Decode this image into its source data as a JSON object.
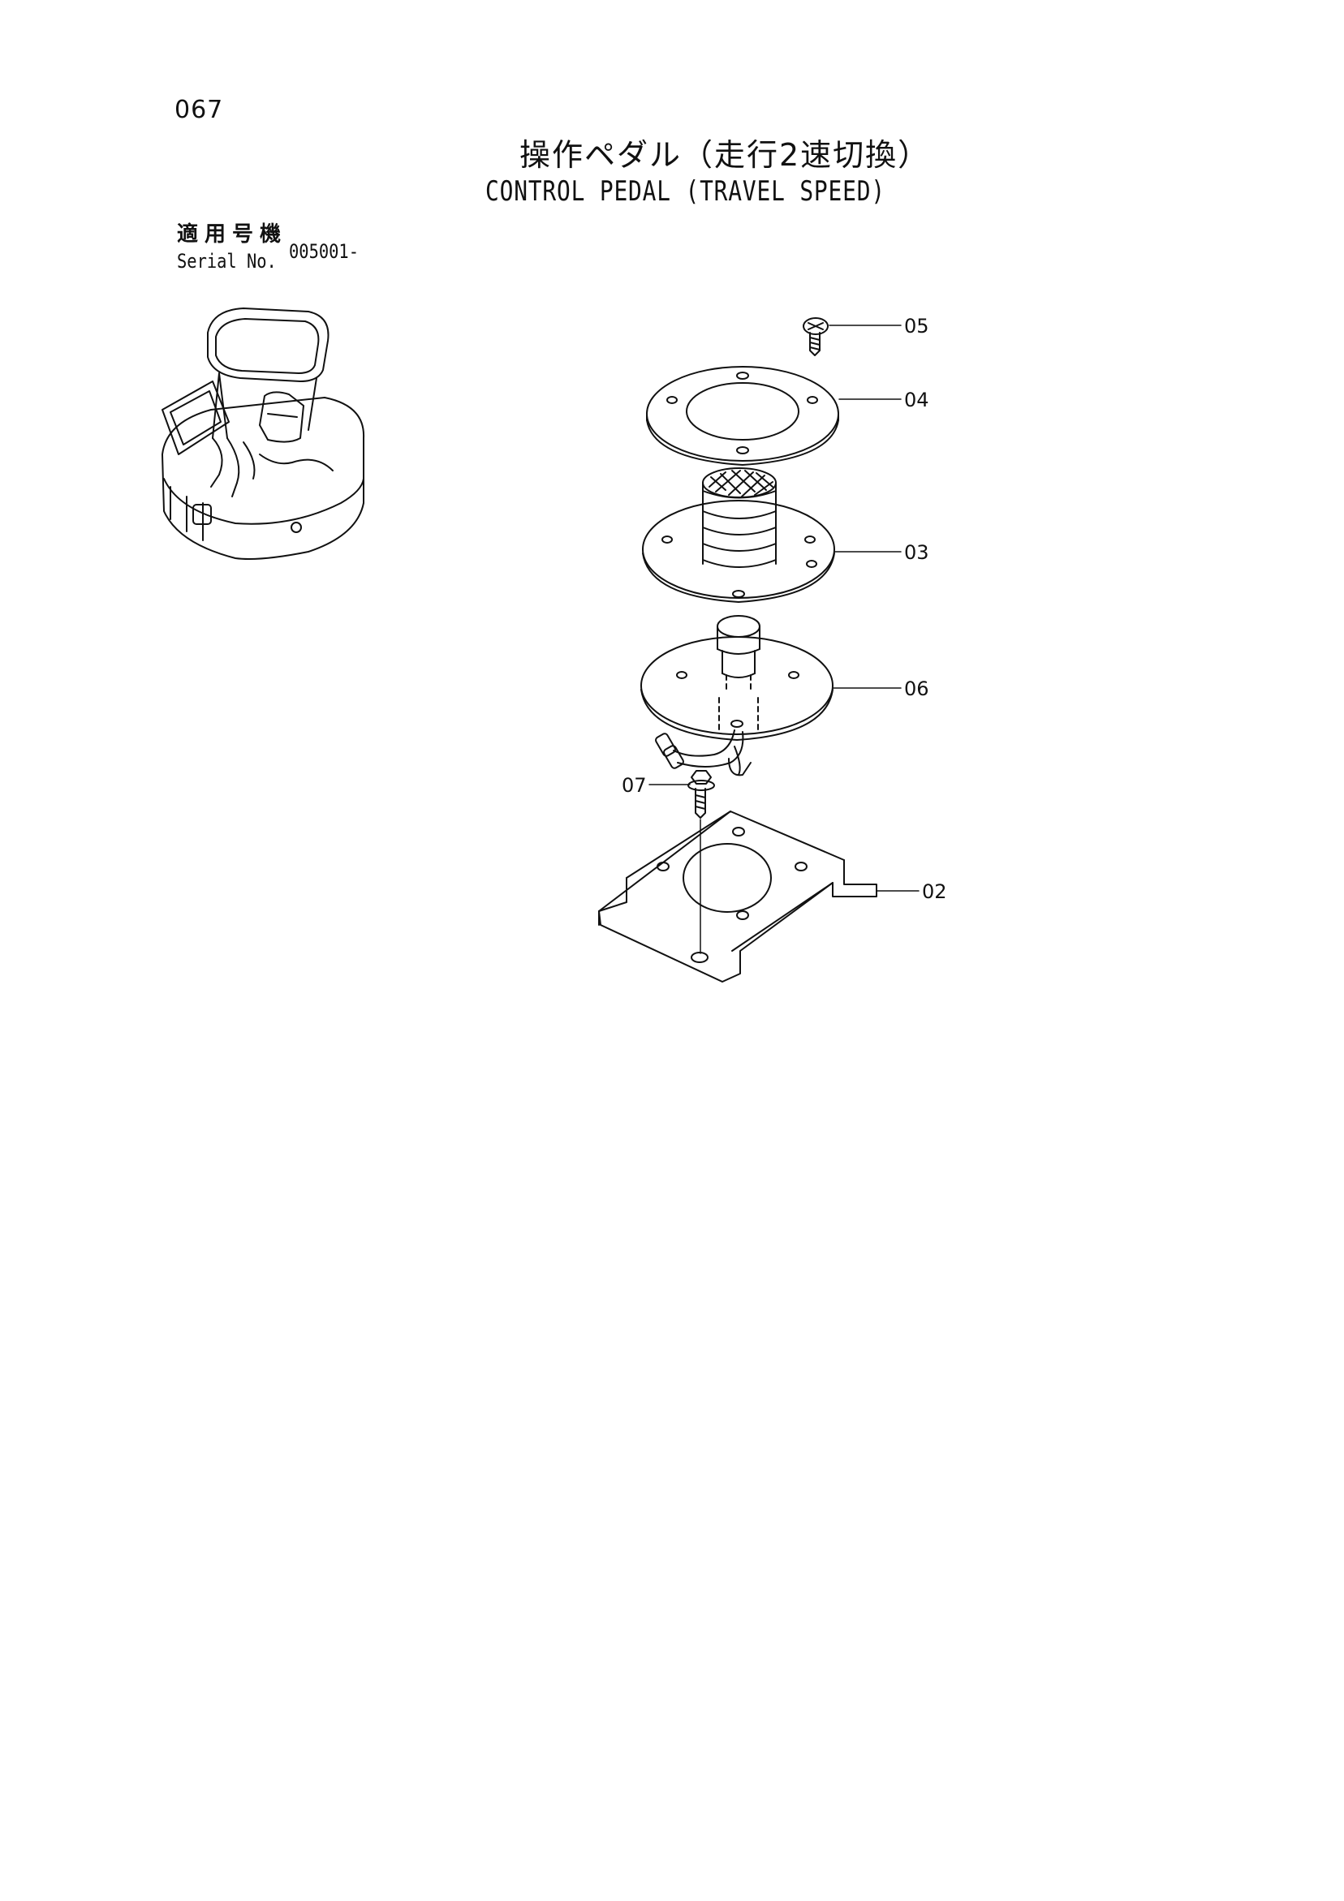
{
  "page": {
    "number": "067",
    "title_jp": "操作ペダル（走行2速切換）",
    "title_en": "CONTROL PEDAL (TRAVEL SPEED)"
  },
  "serial": {
    "label_jp": "適用号機",
    "label_en": "Serial No.",
    "value": "005001-"
  },
  "callouts": [
    {
      "id": "05",
      "label": "05"
    },
    {
      "id": "04",
      "label": "04"
    },
    {
      "id": "03",
      "label": "03"
    },
    {
      "id": "06",
      "label": "06"
    },
    {
      "id": "07",
      "label": "07"
    },
    {
      "id": "02",
      "label": "02"
    }
  ]
}
